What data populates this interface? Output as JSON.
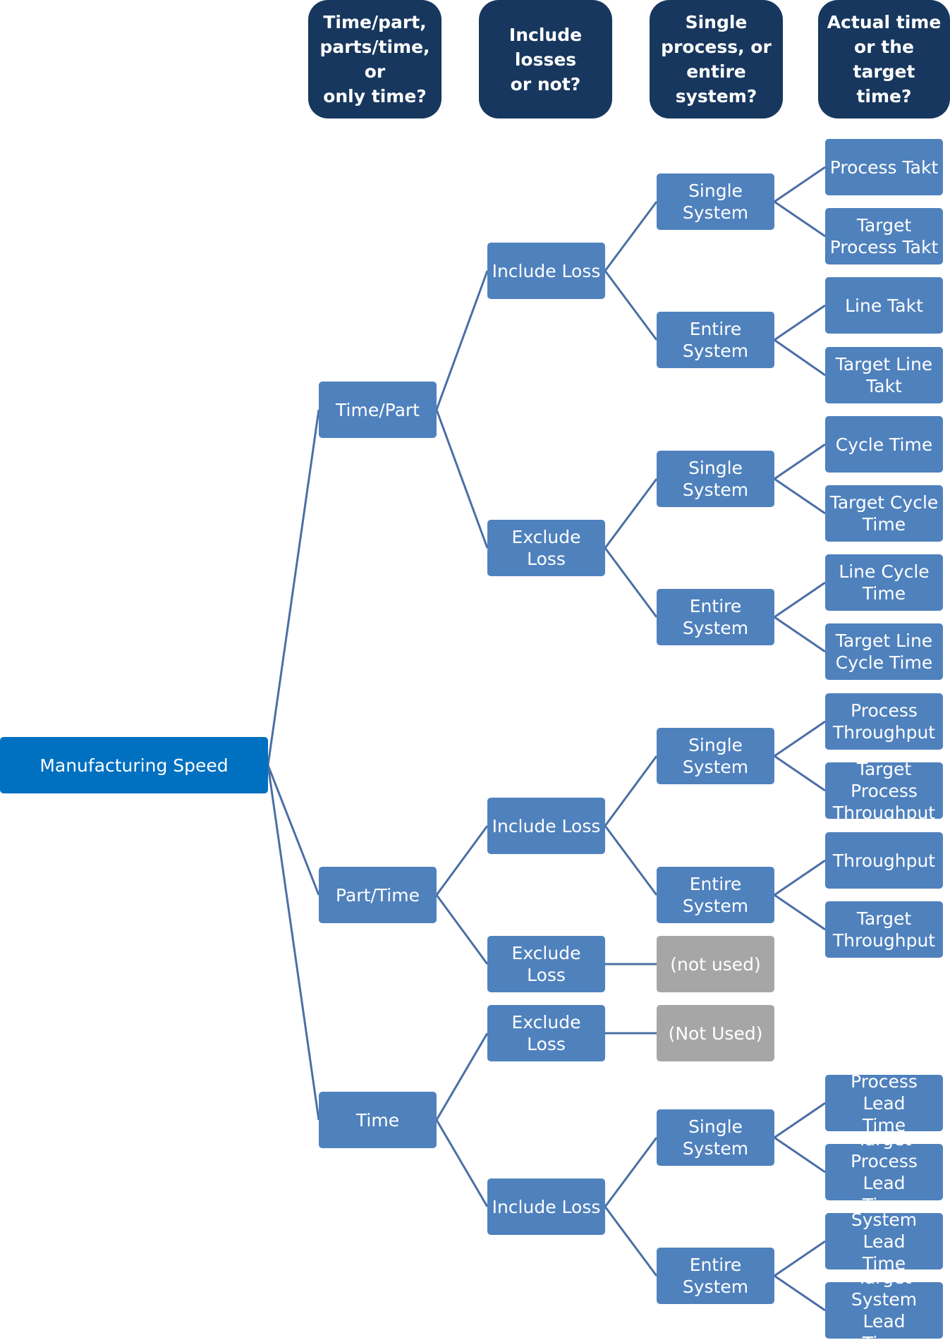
{
  "colors": {
    "header": "#17375e",
    "node": "#4f81bd",
    "root": "#0070c0",
    "unused": "#a6a6a6",
    "connector": "#4a6fa5"
  },
  "headers": [
    {
      "text": "Time/part,\nparts/time, or\nonly time?"
    },
    {
      "text": "Include losses\nor not?"
    },
    {
      "text": "Single\nprocess, or\nentire\nsystem?"
    },
    {
      "text": "Actual time\nor the target\ntime?"
    }
  ],
  "nodes": {
    "root": "Manufacturing Speed",
    "time_part": "Time/Part",
    "part_time": "Part/Time",
    "time": "Time",
    "tp_include": "Include Loss",
    "tp_exclude": "Exclude Loss",
    "pt_include": "Include Loss",
    "pt_exclude": "Exclude Loss",
    "t_exclude": "Exclude Loss",
    "t_include": "Include Loss",
    "tpi_single": "Single System",
    "tpi_entire": "Entire System",
    "tpe_single": "Single System",
    "tpe_entire": "Entire System",
    "pti_single": "Single System",
    "pti_entire": "Entire System",
    "pte_unused": "(not used)",
    "te_unused": "(Not Used)",
    "ti_single": "Single System",
    "ti_entire": "Entire System",
    "leaf_1": "Process Takt",
    "leaf_2": "Target\nProcess Takt",
    "leaf_3": "Line Takt",
    "leaf_4": "Target Line\nTakt",
    "leaf_5": "Cycle Time",
    "leaf_6": "Target Cycle\nTime",
    "leaf_7": "Line Cycle\nTime",
    "leaf_8": "Target  Line\nCycle Time",
    "leaf_9": "Process\nThroughput",
    "leaf_10": "Target\nProcess\nThroughput",
    "leaf_11": "Throughput",
    "leaf_12": "Target\nThroughput",
    "leaf_13": "Process Lead\nTime",
    "leaf_14": "Target\nProcess Lead\nTime",
    "leaf_15": "System Lead\nTime",
    "leaf_16": "Target\nSystem Lead\nTime"
  }
}
